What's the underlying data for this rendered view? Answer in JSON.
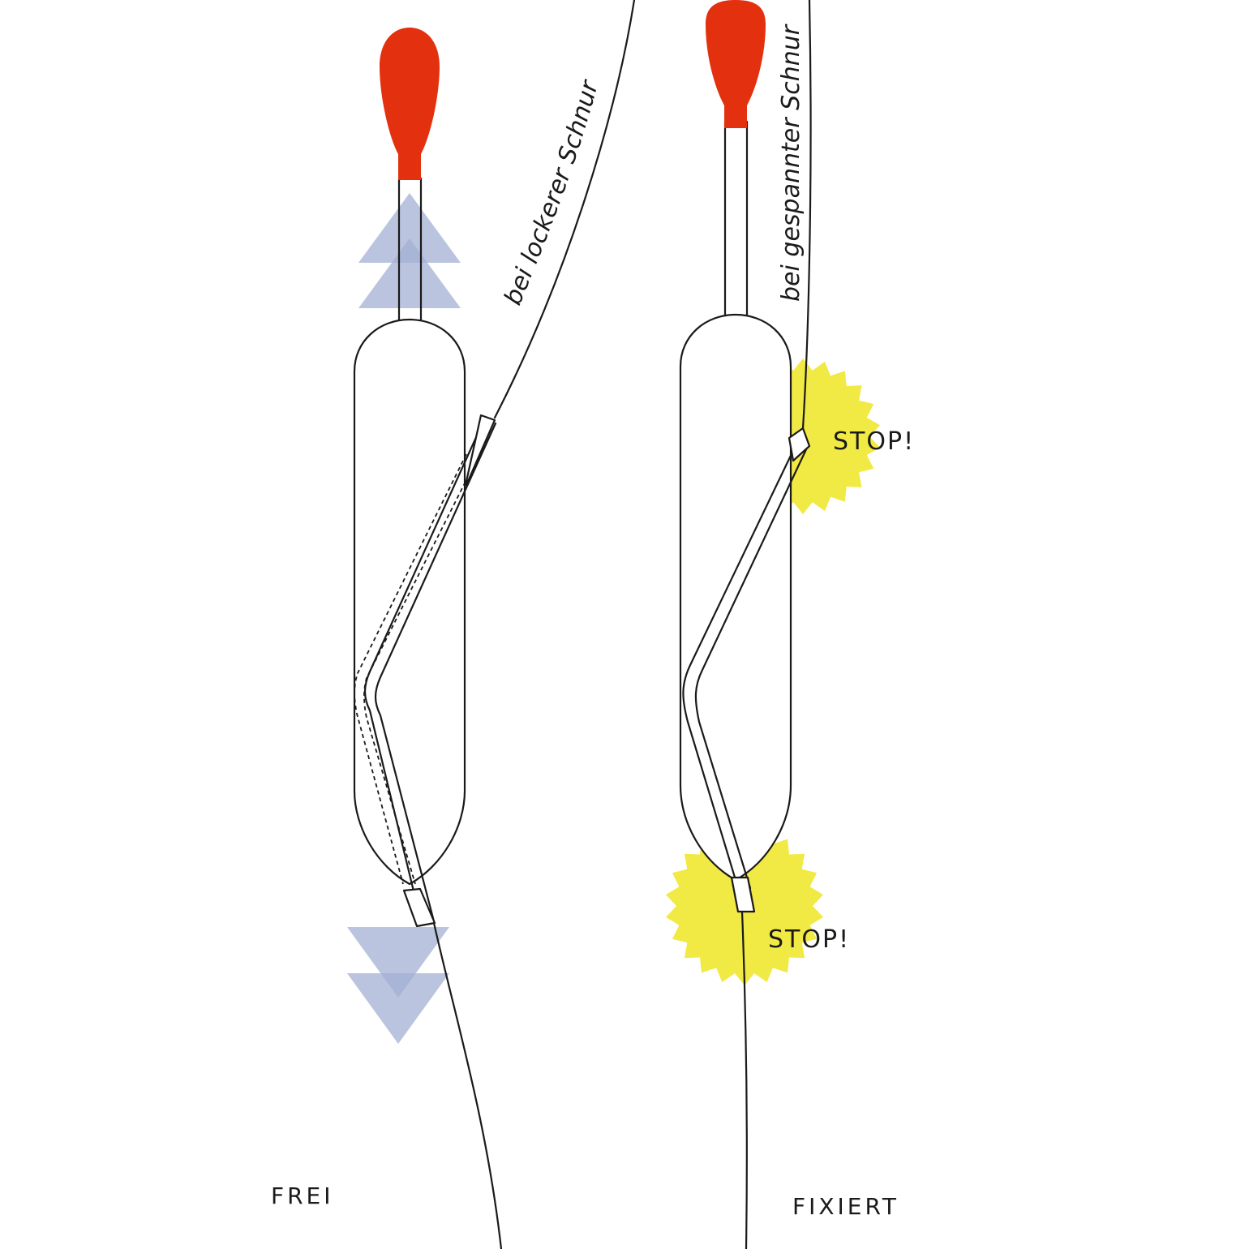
{
  "colors": {
    "tip": "#e3300f",
    "arrow": "#a3b0d3",
    "starburst": "#f1e944",
    "outline": "#1a1a1a"
  },
  "labels": {
    "slack_line": "bei lockerer Schnur",
    "tight_line": "bei gespannter Schnur",
    "stop_top": "STOP!",
    "stop_bottom": "STOP!",
    "caption_left": "FREI",
    "caption_right": "FIXIERT"
  },
  "icons": {
    "arrow_up": "double-chevron-up-icon",
    "arrow_down": "double-chevron-down-icon",
    "stop_burst": "starburst-icon"
  }
}
